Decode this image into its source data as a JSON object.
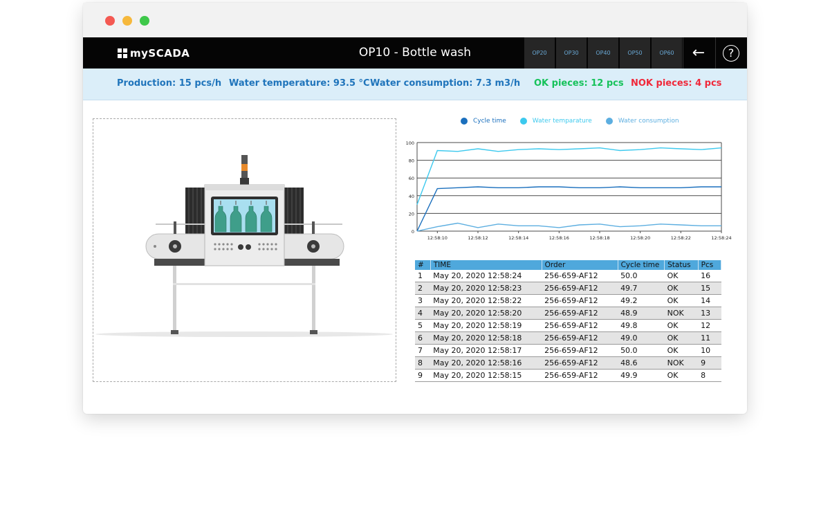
{
  "app": {
    "logo": "mySCADA",
    "title": "OP10 - Bottle wash"
  },
  "nav": {
    "buttons": [
      {
        "label": "OP20"
      },
      {
        "label": "OP30"
      },
      {
        "label": "OP40"
      },
      {
        "label": "OP50"
      },
      {
        "label": "OP60"
      }
    ],
    "back_icon": "arrow-left-icon",
    "help_icon": "question-circle-icon",
    "back_glyph": "←",
    "help_glyph": "?"
  },
  "kpis": {
    "production": "Production: 15 pcs/h",
    "water_temperature": "Water temperature: 93.5 °C",
    "water_consumption": "Water consumption: 7.3 m3/h",
    "ok_pieces": "OK pieces: 12 pcs",
    "nok_pieces": "NOK pieces: 4 pcs"
  },
  "colors": {
    "kpi_blue": "#1f74bb",
    "ok_green": "#16c25a",
    "nok_red": "#f0283a",
    "header_bg": "#050505",
    "status_bg": "#dbeef9",
    "table_header": "#4fa8dc"
  },
  "chart_data": {
    "type": "line",
    "x": [
      "12:58:09",
      "12:58:10",
      "12:58:11",
      "12:58:12",
      "12:58:13",
      "12:58:14",
      "12:58:15",
      "12:58:16",
      "12:58:17",
      "12:58:18",
      "12:58:19",
      "12:58:20",
      "12:58:21",
      "12:58:22",
      "12:58:23",
      "12:58:24"
    ],
    "x_ticks": [
      "12:58:10",
      "12:58:12",
      "12:58:14",
      "12:58:16",
      "12:58:18",
      "12:58:20",
      "12:58:22",
      "12:58:24"
    ],
    "y_ticks": [
      0,
      20,
      40,
      60,
      80,
      100
    ],
    "ylim": [
      0,
      100
    ],
    "grid": true,
    "legend_position": "top",
    "series": [
      {
        "name": "Cycle time",
        "color": "#1a6fbd",
        "values": [
          0,
          48,
          49,
          50,
          49,
          49,
          50,
          50,
          49,
          49,
          50,
          49,
          49,
          49,
          50,
          50
        ]
      },
      {
        "name": "Water temparature",
        "color": "#3cc9ee",
        "values": [
          30,
          91,
          90,
          93,
          90,
          92,
          93,
          92,
          93,
          94,
          91,
          92,
          94,
          93,
          92,
          94
        ]
      },
      {
        "name": "Water consumption",
        "color": "#5caee0",
        "values": [
          0,
          5,
          9,
          4,
          8,
          6,
          6,
          4,
          7,
          8,
          5,
          6,
          8,
          7,
          6,
          6
        ]
      }
    ]
  },
  "table": {
    "columns": [
      "#",
      "TIME",
      "Order",
      "Cycle time",
      "Status",
      "Pcs"
    ],
    "rows": [
      [
        "1",
        "May 20, 2020 12:58:24",
        "256-659-AF12",
        "50.0",
        "OK",
        "16"
      ],
      [
        "2",
        "May 20, 2020 12:58:23",
        "256-659-AF12",
        "49.7",
        "OK",
        "15"
      ],
      [
        "3",
        "May 20, 2020 12:58:22",
        "256-659-AF12",
        "49.2",
        "OK",
        "14"
      ],
      [
        "4",
        "May 20, 2020 12:58:20",
        "256-659-AF12",
        "48.9",
        "NOK",
        "13"
      ],
      [
        "5",
        "May 20, 2020 12:58:19",
        "256-659-AF12",
        "49.8",
        "OK",
        "12"
      ],
      [
        "6",
        "May 20, 2020 12:58:18",
        "256-659-AF12",
        "49.0",
        "OK",
        "11"
      ],
      [
        "7",
        "May 20, 2020 12:58:17",
        "256-659-AF12",
        "50.0",
        "OK",
        "10"
      ],
      [
        "8",
        "May 20, 2020 12:58:16",
        "256-659-AF12",
        "48.6",
        "NOK",
        "9"
      ],
      [
        "9",
        "May 20, 2020 12:58:15",
        "256-659-AF12",
        "49.9",
        "OK",
        "8"
      ]
    ]
  },
  "machine": {
    "bottle_count": 4
  }
}
